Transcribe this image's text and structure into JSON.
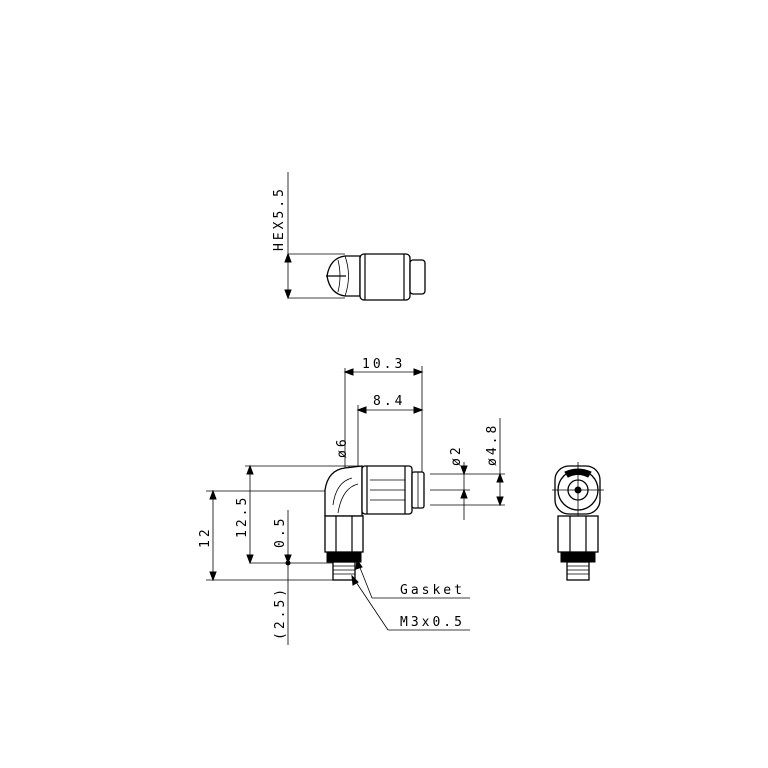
{
  "dimensions": {
    "hex": "HEX5.5",
    "overall_length": "10.3",
    "body_length": "8.4",
    "tube_od": "ø6",
    "bore": "ø2",
    "collar_od": "ø4.8",
    "total_height": "12",
    "centerline_height": "12.5",
    "gasket_thickness": "0.5",
    "thread_length": "(2.5)"
  },
  "callouts": {
    "gasket": "Gasket",
    "thread": "M3x0.5"
  }
}
